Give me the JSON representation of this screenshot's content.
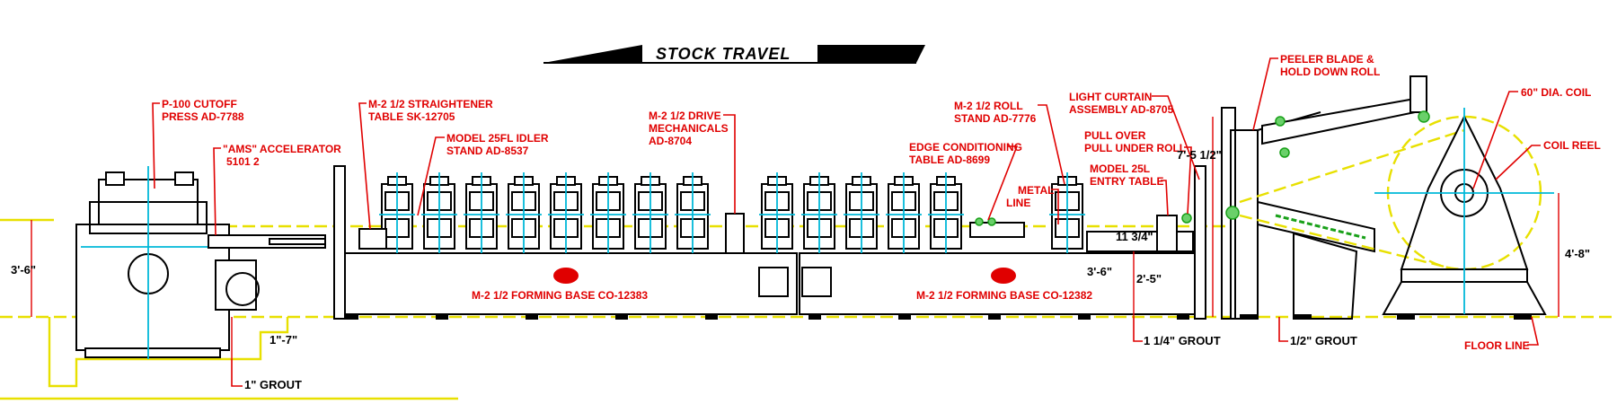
{
  "title": "STOCK TRAVEL",
  "labels": {
    "cutoff_press": [
      "P-100 CUTOFF",
      "PRESS AD-7788"
    ],
    "accelerator": [
      "\"AMS\" ACCELERATOR",
      "5101 2"
    ],
    "straightener": [
      "M-2 1/2 STRAIGHTENER",
      "TABLE SK-12705"
    ],
    "idler": [
      "MODEL 25FL IDLER",
      "STAND AD-8537"
    ],
    "drive": [
      "M-2 1/2 DRIVE",
      "MECHANICALS",
      "AD-8704"
    ],
    "edge": [
      "EDGE CONDITIONING",
      "TABLE AD-8699"
    ],
    "roll_stand": [
      "M-2 1/2 ROLL",
      "STAND AD-7776"
    ],
    "metal_line": [
      "METAL",
      "LINE"
    ],
    "light_curtain": [
      "LIGHT CURTAIN",
      "ASSEMBLY AD-8705"
    ],
    "pull": [
      "PULL OVER",
      "PULL UNDER ROLL"
    ],
    "entry_table": [
      "MODEL 25L",
      "ENTRY TABLE"
    ],
    "peeler": [
      "PEELER BLADE &",
      "HOLD DOWN ROLL"
    ],
    "coil_dia": "60\" DIA. COIL",
    "coil_reel": "COIL REEL",
    "floor_line": "FLOOR LINE",
    "base_left": "M-2 1/2 FORMING BASE CO-12383",
    "base_right": "M-2 1/2 FORMING BASE CO-12382"
  },
  "dims": {
    "left_height": "3'-6\"",
    "pit": "1\"-7\"",
    "grout_1": "1\" GROUT",
    "table_3_6": "3'-6\"",
    "table_2_5": "2'-5\"",
    "in_11_3_4": "11 3/4\"",
    "h_7_5": "7'-5 1/2\"",
    "grout_1_1_4": "1 1/4\" GROUT",
    "grout_1_2": "1/2\" GROUT",
    "h_4_8": "4'-8\""
  },
  "colors": {
    "callout": "#e00000",
    "centerline": "#00b8d8",
    "stock": "#e8e000",
    "highlight": "#18a018"
  }
}
